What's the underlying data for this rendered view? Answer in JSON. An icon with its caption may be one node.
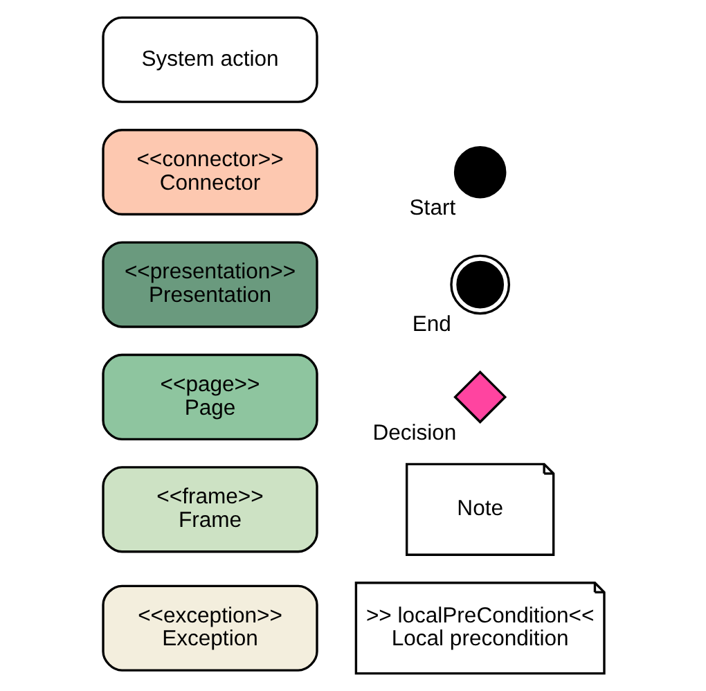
{
  "diagram": {
    "nodes": [
      {
        "text": [
          "System action"
        ]
      },
      {
        "text": [
          "<<connector>>",
          "Connector"
        ]
      },
      {
        "text": [
          "<<presentation>>",
          "Presentation"
        ]
      },
      {
        "text": [
          "<<page>>",
          "Page"
        ]
      },
      {
        "text": [
          "<<frame>>",
          "Frame"
        ]
      },
      {
        "text": [
          "<<exception>>",
          "Exception"
        ]
      },
      {
        "text": [],
        "shape": "circle",
        "beside": [
          "Start"
        ]
      },
      {
        "text": [],
        "shape": "doublecircle",
        "beside": [
          "End"
        ]
      },
      {
        "text": [],
        "shape": "diamond",
        "beside": [
          "Decision"
        ]
      },
      {
        "text": [
          "Note"
        ]
      },
      {
        "text": [
          ">> localPreCondition<<",
          "Local precondition"
        ]
      }
    ],
    "edges": []
  }
}
